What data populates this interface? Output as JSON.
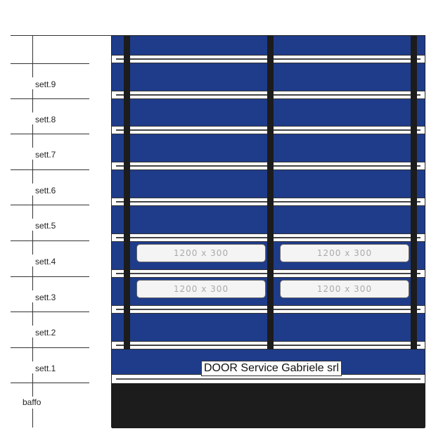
{
  "sections": [
    "sett.9",
    "sett.8",
    "sett.7",
    "sett.6",
    "sett.5",
    "sett.4",
    "sett.3",
    "sett.2",
    "sett.1",
    "baffo"
  ],
  "windows": [
    {
      "section": "sett.4",
      "left_label": "1200 x 300",
      "right_label": "1200 x 300"
    },
    {
      "section": "sett.3",
      "left_label": "1200 x 300",
      "right_label": "1200 x 300"
    }
  ],
  "brand_label": "DOOR Service Gabriele srl",
  "colors": {
    "panel": "#1f3c8a",
    "post": "#1c1c1c",
    "baffo": "#1c1c1c"
  }
}
